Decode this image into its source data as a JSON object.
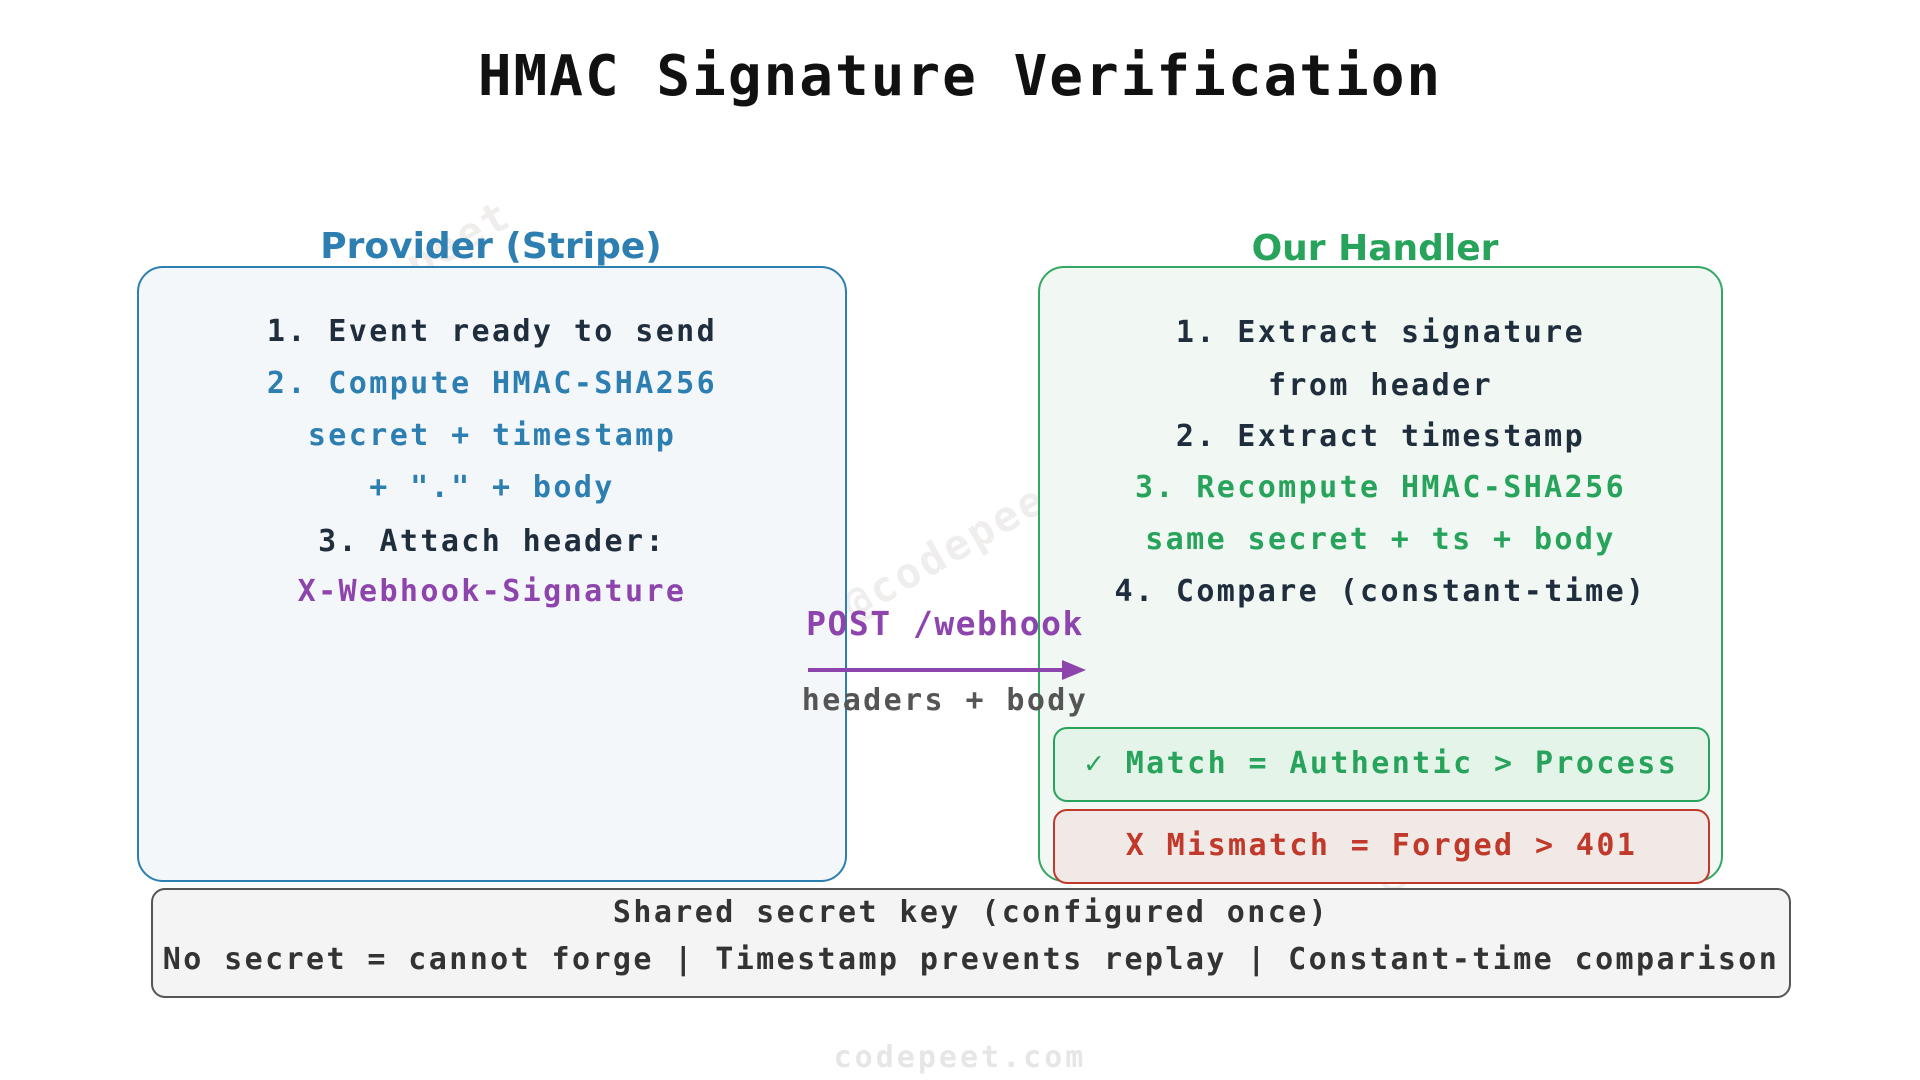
{
  "title": "HMAC Signature Verification",
  "provider": {
    "title": "Provider (Stripe)",
    "lines": [
      "1. Event ready to send",
      "2. Compute HMAC-SHA256",
      "secret + timestamp",
      "+ \".\" + body",
      "3. Attach header:",
      "X-Webhook-Signature"
    ]
  },
  "handler": {
    "title": "Our Handler",
    "lines": [
      "1. Extract signature",
      "from header",
      "2. Extract timestamp",
      "3. Recompute HMAC-SHA256",
      "same secret + ts + body",
      "4. Compare (constant-time)"
    ]
  },
  "arrow": {
    "label": "POST /webhook",
    "sublabel": "headers + body"
  },
  "results": {
    "match": "✓ Match = Authentic > Process",
    "mismatch": "X Mismatch = Forged > 401"
  },
  "footer": {
    "line1": "Shared secret key (configured once)",
    "line2": "No secret = cannot forge | Timestamp prevents replay | Constant-time comparison"
  },
  "watermark": "codepeet.com",
  "watermark_diag": "@codepeet",
  "colors": {
    "provider": "#2e7fb1",
    "handler": "#27a35b",
    "header": "#8e44ad",
    "error": "#c0392b",
    "text": "#1f2d3d"
  }
}
